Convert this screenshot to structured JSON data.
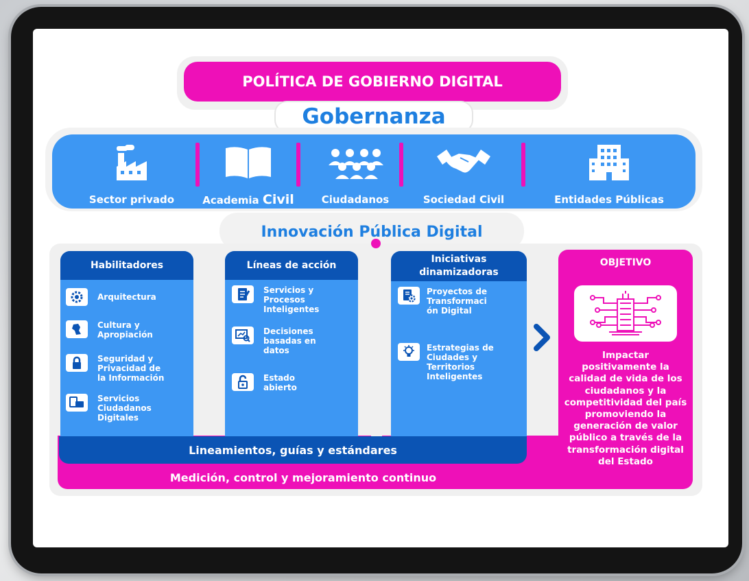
{
  "title": "POLÍTICA DE GOBIERNO DIGITAL",
  "gobernanza": {
    "heading": "Gobernanza",
    "stakeholders": [
      {
        "label": "Sector privado",
        "icon": "factory-icon"
      },
      {
        "label": "Academia",
        "label_suffix": "Civil",
        "icon": "book-icon"
      },
      {
        "label": "Ciudadanos",
        "icon": "people-icon"
      },
      {
        "label": "Sociedad Civil",
        "icon": "handshake-icon"
      },
      {
        "label": "Entidades Públicas",
        "icon": "building-icon"
      }
    ]
  },
  "innovacion": "Innovación Pública Digital",
  "columns": [
    {
      "title": "Habilitadores",
      "items": [
        {
          "label": "Arquitectura",
          "icon": "gear-network-icon"
        },
        {
          "label": "Cultura y Apropiación",
          "icon": "map-icon"
        },
        {
          "label": "Seguridad y Privacidad de la Información",
          "icon": "lock-icon"
        },
        {
          "label": "Servicios Ciudadanos Digitales",
          "icon": "digital-services-icon"
        }
      ]
    },
    {
      "title": "Líneas de acción",
      "items": [
        {
          "label": "Servicios y Procesos Inteligentes",
          "icon": "checklist-icon"
        },
        {
          "label": "Decisiones basadas en datos",
          "icon": "data-analysis-icon"
        },
        {
          "label": "Estado abierto",
          "icon": "open-lock-icon"
        }
      ]
    },
    {
      "title": "Iniciativas dinamizadoras",
      "items": [
        {
          "label": "Proyectos de Transformación Digital",
          "label_lines": [
            "Proyectos de",
            "Transformaci",
            "ón Digital"
          ],
          "icon": "document-gear-icon"
        },
        {
          "label": "Estrategias de Ciudades y Territorios Inteligentes",
          "icon": "lightbulb-icon"
        }
      ]
    }
  ],
  "lineamientos": "Lineamientos, guías y estándares",
  "medicion": "Medición, control y mejoramiento continuo",
  "objetivo": {
    "title": "OBJETIVO",
    "icon": "smart-city-icon",
    "text": "Impactar positivamente la calidad de vida de los ciudadanos y la competitividad del país promoviendo la generación de valor público a través de la transformación digital del Estado",
    "lines": [
      "Impactar",
      "positivamente la",
      "calidad de vida de los",
      "ciudadanos y la",
      "competitividad del país",
      "promoviendo la",
      "generación de valor",
      "público a través de la",
      "transformación digital",
      "del Estado"
    ]
  },
  "colors": {
    "magenta": "#ee10b8",
    "blue": "#3d97f3",
    "dark_blue": "#0b54b4",
    "title_blue": "#1e7fe0"
  }
}
